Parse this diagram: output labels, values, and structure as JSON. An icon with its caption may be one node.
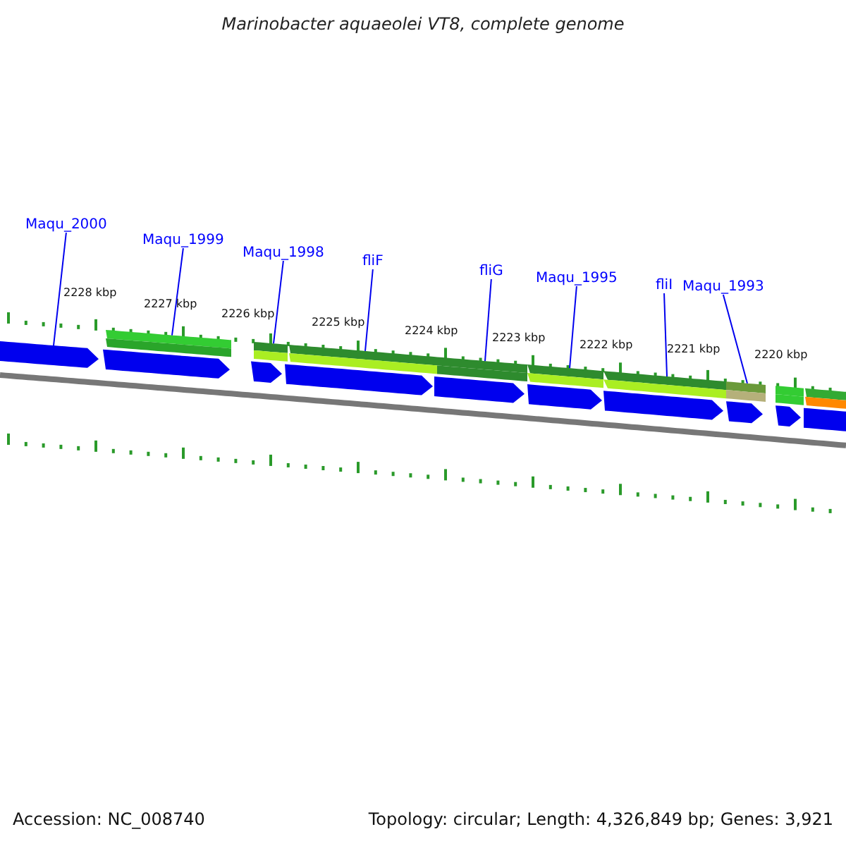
{
  "diagram": {
    "title": "Marinobacter aquaeolei VT8, complete genome",
    "nodes": [
      {
        "text": [
          "Maqu_2000"
        ]
      },
      {
        "text": [
          "Maqu_1999"
        ]
      },
      {
        "text": [
          "Maqu_1998"
        ]
      },
      {
        "text": [
          "fliF"
        ]
      },
      {
        "text": [
          "fliG"
        ]
      },
      {
        "text": [
          "Maqu_1995"
        ]
      },
      {
        "text": [
          "fliI"
        ]
      },
      {
        "text": [
          "Maqu_1993"
        ]
      },
      {
        "text": [],
        "shape": "arrow"
      },
      {
        "text": [],
        "shape": "arrow"
      },
      {
        "text": [],
        "shape": "arrow"
      },
      {
        "text": [],
        "shape": "arrow"
      },
      {
        "text": [],
        "shape": "arrow"
      },
      {
        "text": [],
        "shape": "arrow"
      },
      {
        "text": [],
        "shape": "arrow"
      },
      {
        "text": [],
        "shape": "arrow"
      },
      {
        "text": [],
        "shape": "arrow"
      },
      {
        "text": [],
        "shape": "arrow"
      }
    ],
    "edges": [
      {
        "from": 0,
        "to": 8,
        "arrow": "none"
      },
      {
        "from": 1,
        "to": 9,
        "arrow": "none"
      },
      {
        "from": 2,
        "to": 10,
        "arrow": "none"
      },
      {
        "from": 3,
        "to": 11,
        "arrow": "none"
      },
      {
        "from": 4,
        "to": 12,
        "arrow": "none"
      },
      {
        "from": 5,
        "to": 13,
        "arrow": "none"
      },
      {
        "from": 6,
        "to": 14,
        "arrow": "none"
      },
      {
        "from": 7,
        "to": 15,
        "arrow": "none"
      }
    ],
    "labels": [
      "2228 kbp",
      "2227 kbp",
      "2226 kbp",
      "2225 kbp",
      "2224 kbp",
      "2223 kbp",
      "2222 kbp",
      "2221 kbp",
      "2220 kbp",
      "Accession: NC_008740",
      "Topology: circular; Length: 4,326,849 bp; Genes: 3,921"
    ]
  }
}
